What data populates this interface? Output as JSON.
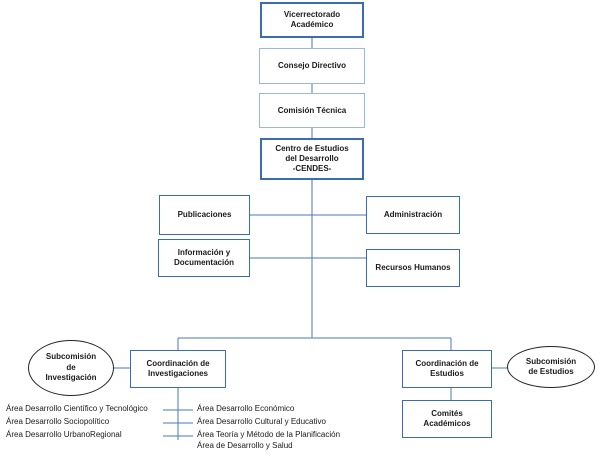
{
  "org": {
    "vicerrectorado": "Vicerrectorado\nAcadémico",
    "consejo": "Consejo Directivo",
    "comision": "Comisión Técnica",
    "cendes": "Centro de Estudios\ndel Desarrollo\n-CENDES-",
    "publicaciones": "Publicaciones",
    "administracion": "Administración",
    "informacion": "Información y\nDocumentación",
    "recursos": "Recursos Humanos",
    "coord_inv": "Coordinación de\nInvestigaciones",
    "coord_est": "Coordinación de\nEstudios",
    "comites": "Comités\nAcadémicos",
    "subcom_inv": "Subcomisión\nde\nInvestigación",
    "subcom_est": "Subcomisión\nde Estudios"
  },
  "areas_left": [
    "Área Desarrollo Científico y Tecnológico",
    "Área Desarrollo Sociopolítico",
    "Área Desarrollo UrbanoRegional"
  ],
  "areas_right": [
    "Área Desarrollo Económico",
    "Área Desarrollo Cultural y Educativo",
    "Área Teoría y Método de la Planificación",
    "Área de Desarrollo y Salud"
  ]
}
